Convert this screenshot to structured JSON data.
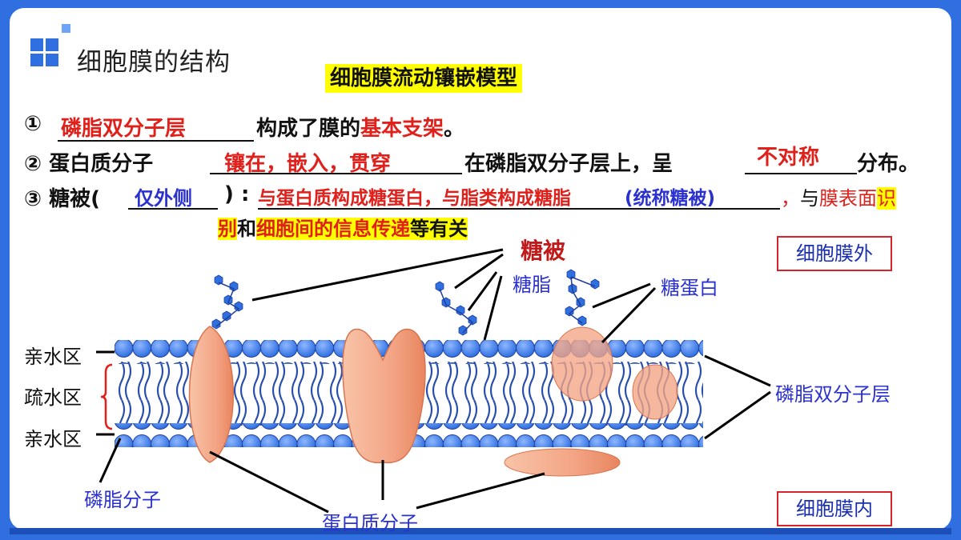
{
  "header": {
    "title": "细胞膜的结构"
  },
  "model_title": "细胞膜流动镶嵌模型",
  "point1": {
    "num": "①",
    "answer": "磷脂双分子层",
    "text_a": "构成了膜的",
    "highlight": "基本支架",
    "text_b": "。"
  },
  "point2": {
    "num": "②",
    "subject": "蛋白质分子",
    "answer": "镶在，嵌入，贯穿",
    "text_a": "在磷脂双分子层上，呈",
    "answer2": "不对称",
    "text_b": "分布。"
  },
  "point3": {
    "num": "③",
    "subject": "糖被",
    "paren_open": "(",
    "answer": "仅外侧",
    "paren_close": ")",
    "colon": ":",
    "desc": "与蛋白质构成糖蛋白，与脂类构成糖脂",
    "desc2": "(统称糖被)",
    "comma": "，",
    "with": "与",
    "red_a": "膜表面",
    "hl_a": "识",
    "hl_b": "别",
    "and": "和",
    "red_b": "细胞间的信息传递",
    "hl_c": "等有关"
  },
  "diagram": {
    "label_outside": "细胞膜外",
    "label_inside": "细胞膜内",
    "glycocalyx": "糖被",
    "glycolipid": "糖脂",
    "glycoprotein": "糖蛋白",
    "hydrophilic_top": "亲水区",
    "hydrophobic": "疏水区",
    "hydrophilic_bottom": "亲水区",
    "bilayer": "磷脂双分子层",
    "phospholipid": "磷脂分子",
    "protein": "蛋白质分子"
  },
  "colors": {
    "frame": "#2f6fe0",
    "head": "#3d7be6",
    "tail": "#2a4fb0",
    "protein": "#f3a585",
    "highlight": "#ffff00",
    "answer_red": "#e0201b",
    "answer_blue": "#2a31d0"
  }
}
